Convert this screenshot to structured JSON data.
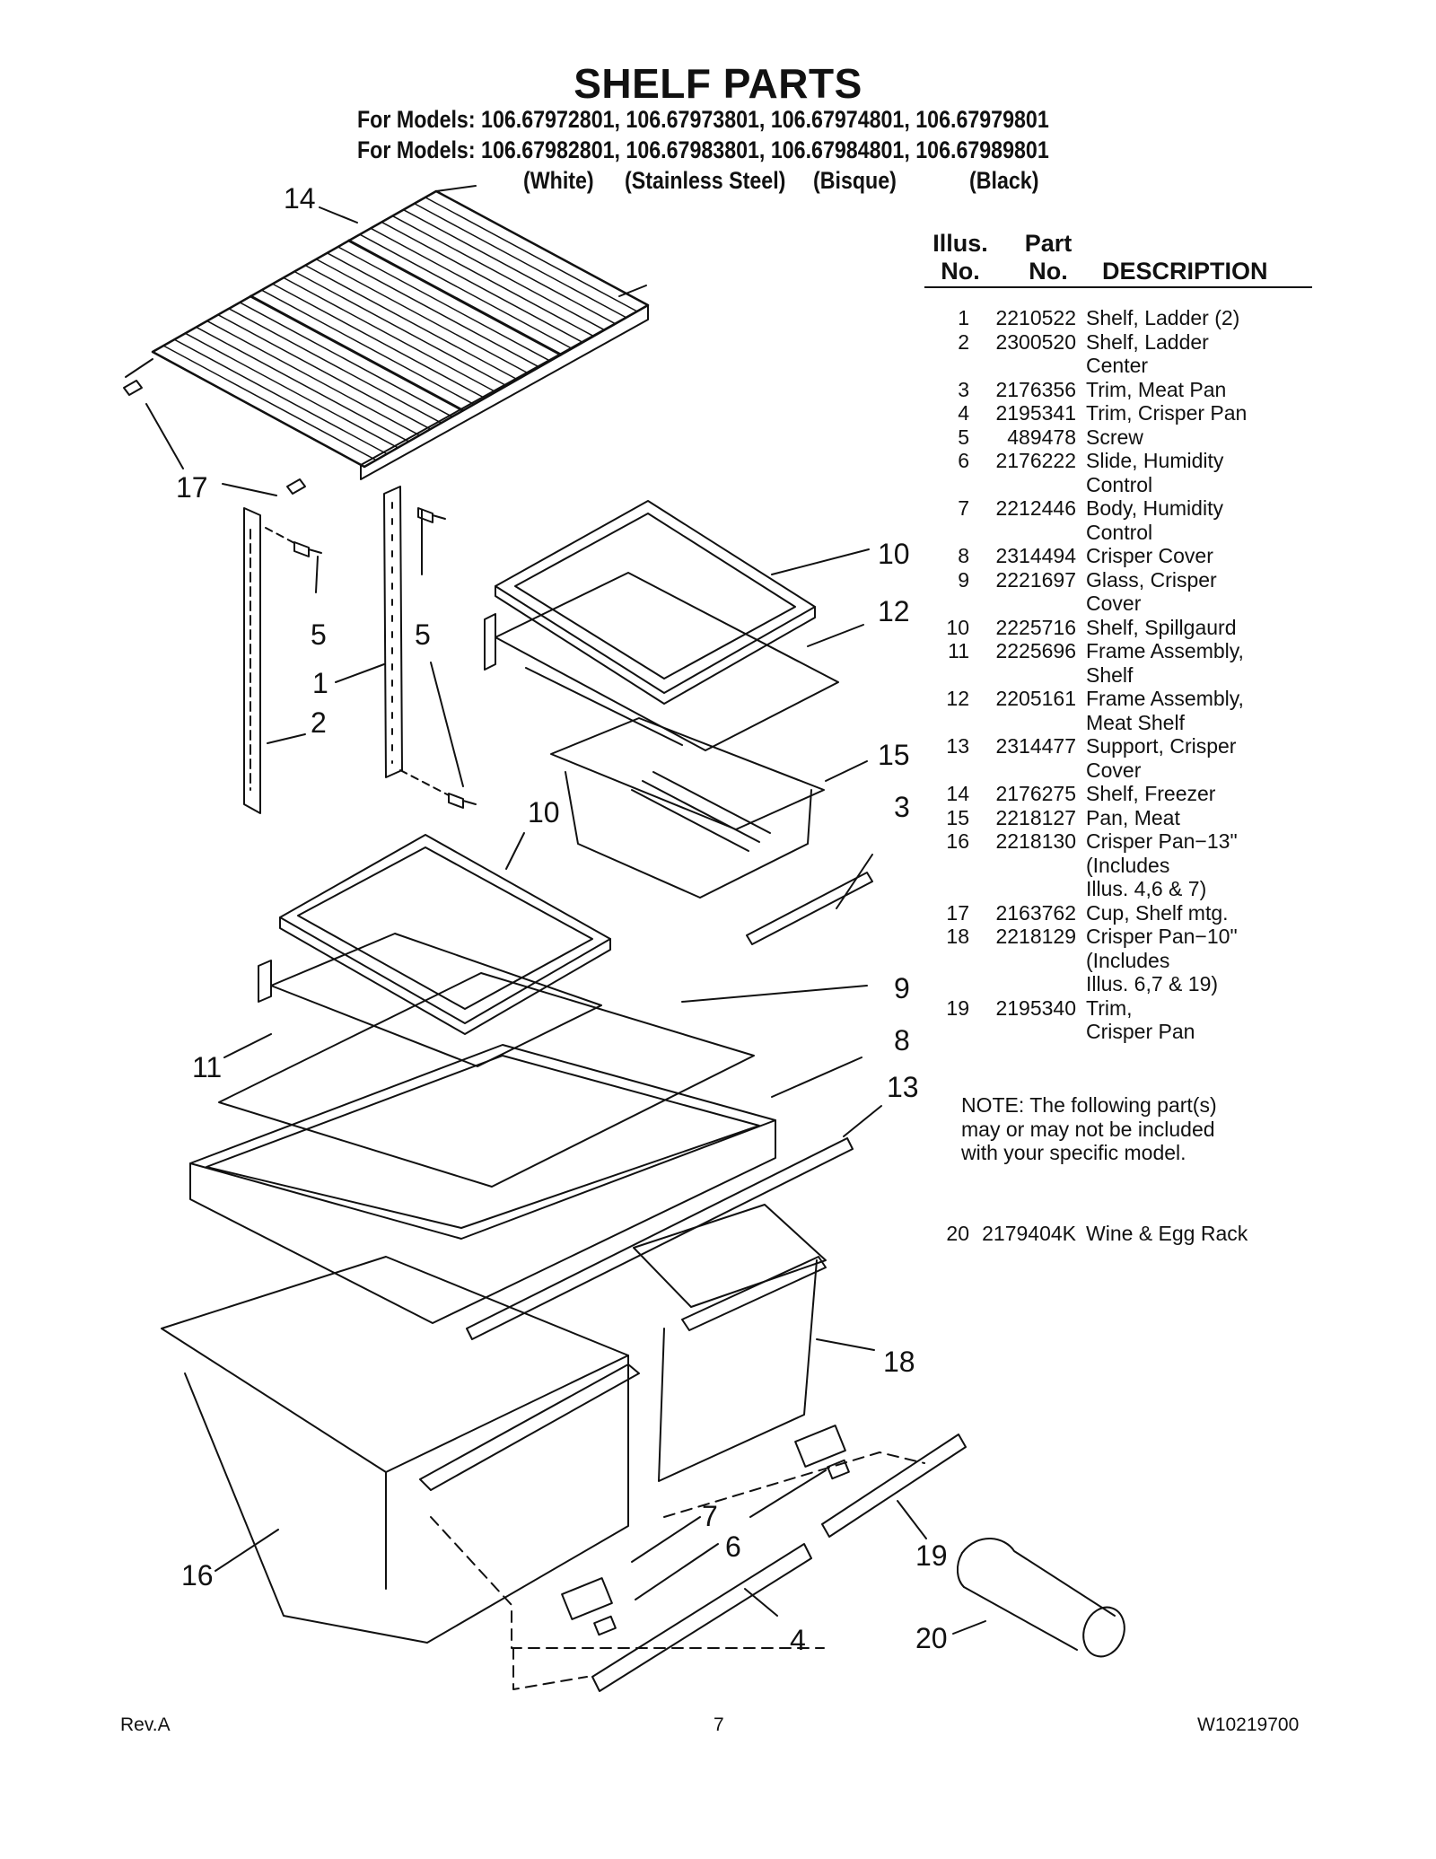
{
  "title": "SHELF PARTS",
  "models_line_1": "For Models: 106.67972801, 106.67973801, 106.67974801, 106.67979801",
  "models_line_2": "For Models: 106.67982801, 106.67983801, 106.67984801, 106.67989801",
  "color_labels": [
    "(White)",
    "(Stainless Steel)",
    "(Bisque)",
    "(Black)"
  ],
  "table_header": {
    "illus_no": "Illus.\nNo.",
    "part_no": "Part\nNo.",
    "description": "DESCRIPTION"
  },
  "parts": [
    {
      "illus": "1",
      "part": "2210522",
      "desc": "Shelf, Ladder (2)"
    },
    {
      "illus": "2",
      "part": "2300520",
      "desc": "Shelf, Ladder\nCenter"
    },
    {
      "illus": "3",
      "part": "2176356",
      "desc": "Trim, Meat Pan"
    },
    {
      "illus": "4",
      "part": "2195341",
      "desc": "Trim, Crisper Pan"
    },
    {
      "illus": "5",
      "part": "489478",
      "desc": "Screw"
    },
    {
      "illus": "6",
      "part": "2176222",
      "desc": "Slide, Humidity\nControl"
    },
    {
      "illus": "7",
      "part": "2212446",
      "desc": "Body, Humidity\nControl"
    },
    {
      "illus": "8",
      "part": "2314494",
      "desc": "Crisper Cover"
    },
    {
      "illus": "9",
      "part": "2221697",
      "desc": "Glass, Crisper\nCover"
    },
    {
      "illus": "10",
      "part": "2225716",
      "desc": "Shelf, Spillgaurd"
    },
    {
      "illus": "11",
      "part": "2225696",
      "desc": "Frame Assembly,\nShelf"
    },
    {
      "illus": "12",
      "part": "2205161",
      "desc": "Frame Assembly,\nMeat Shelf"
    },
    {
      "illus": "13",
      "part": "2314477",
      "desc": "Support, Crisper\nCover"
    },
    {
      "illus": "14",
      "part": "2176275",
      "desc": "Shelf, Freezer"
    },
    {
      "illus": "15",
      "part": "2218127",
      "desc": "Pan, Meat"
    },
    {
      "illus": "16",
      "part": "2218130",
      "desc": "Crisper Pan−13\"\n(Includes\n Illus. 4,6 & 7)"
    },
    {
      "illus": "17",
      "part": "2163762",
      "desc": "Cup, Shelf mtg."
    },
    {
      "illus": "18",
      "part": "2218129",
      "desc": "Crisper Pan−10\"\n(Includes\n Illus. 6,7 & 19)"
    },
    {
      "illus": "19",
      "part": "2195340",
      "desc": "Trim,\nCrisper Pan"
    }
  ],
  "note": "NOTE: The following part(s)\nmay or may not be included\nwith your specific model.",
  "extra_part": {
    "illus": "20",
    "part": "2179404K",
    "desc": "Wine & Egg Rack"
  },
  "diagram_callouts": [
    "14",
    "17",
    "5",
    "5",
    "1",
    "2",
    "10",
    "12",
    "15",
    "3",
    "10",
    "9",
    "11",
    "8",
    "13",
    "18",
    "7",
    "6",
    "19",
    "16",
    "4",
    "20"
  ],
  "footer": {
    "left": "Rev.A",
    "center": "7",
    "right": "W10219700"
  }
}
